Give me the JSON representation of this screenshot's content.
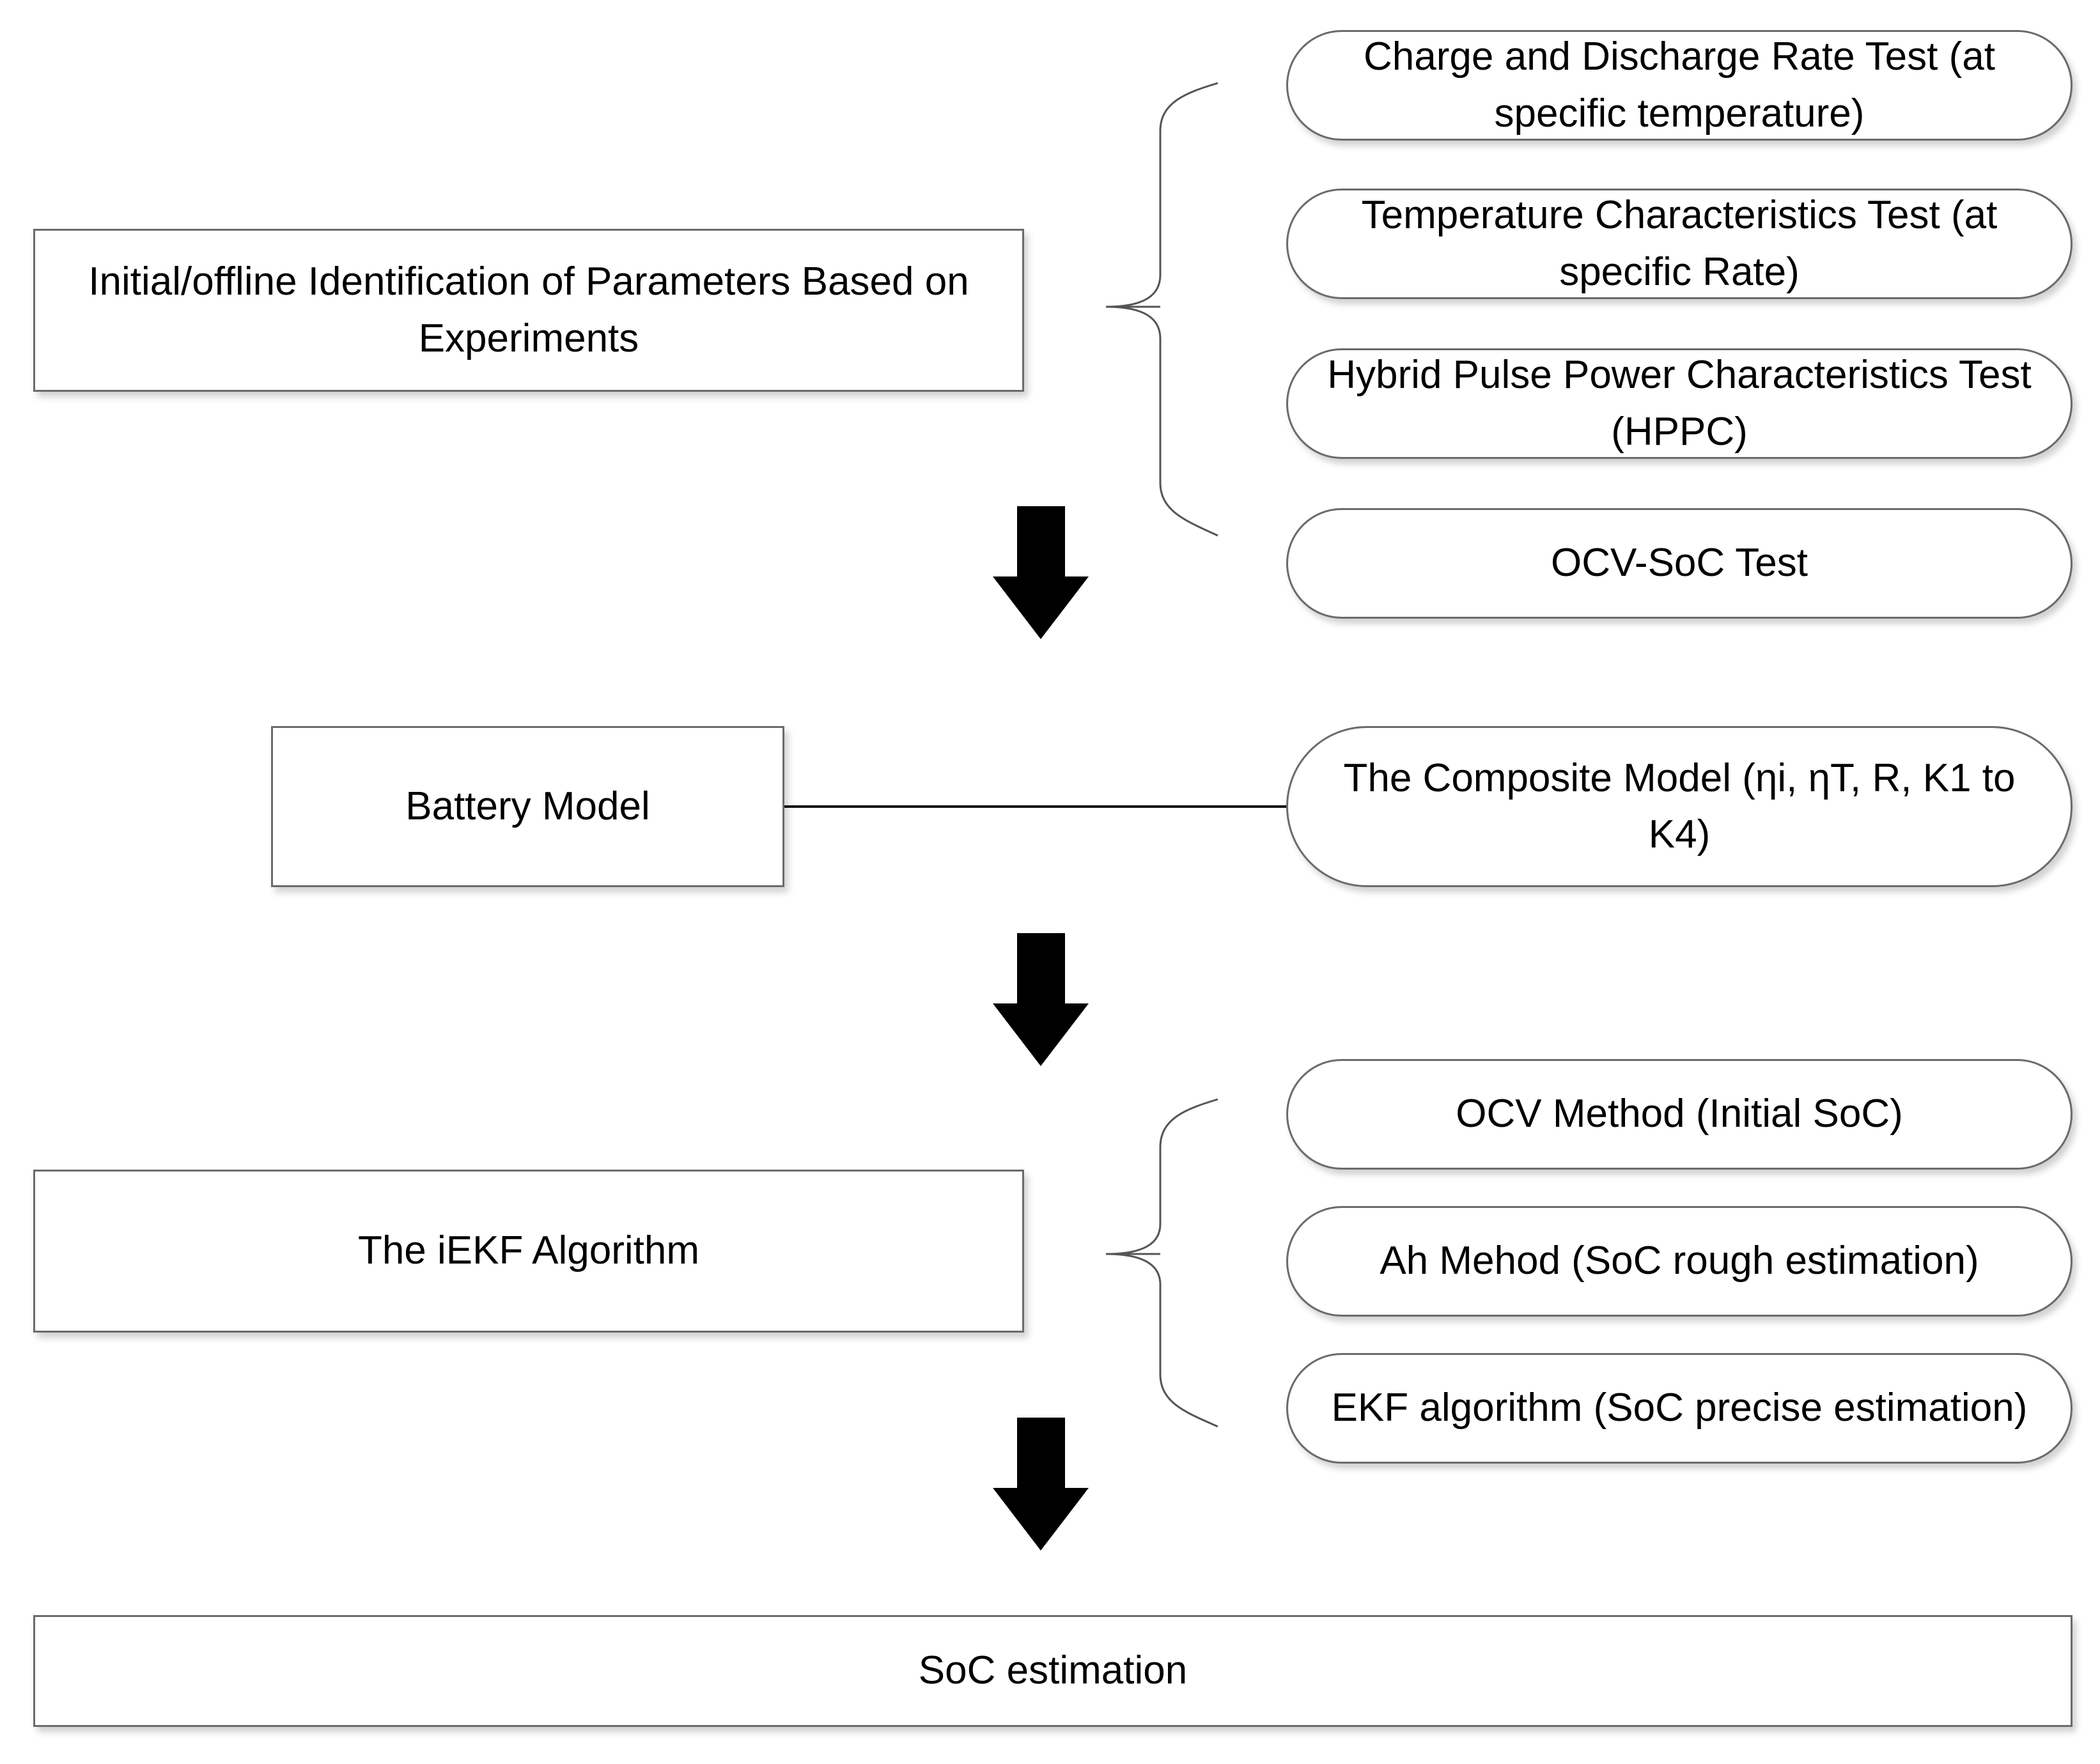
{
  "left_boxes": {
    "initial_identification": "Initial/offline Identification of Parameters Based on Experiments",
    "battery_model": "Battery Model",
    "iekf_algorithm": "The iEKF Algorithm",
    "soc_estimation": "SoC estimation"
  },
  "experiments": [
    "Charge and Discharge Rate Test (at specific temperature)",
    "Temperature Characteristics Test (at specific Rate)",
    "Hybrid Pulse Power Characteristics Test (HPPC)",
    "OCV-SoC Test"
  ],
  "model": "The Composite Model (ηi, ηT, R, K1 to K4)",
  "algorithm_parts": [
    "OCV Method (Initial SoC)",
    "Ah Mehod (SoC rough estimation)",
    "EKF algorithm (SoC precise estimation)"
  ]
}
